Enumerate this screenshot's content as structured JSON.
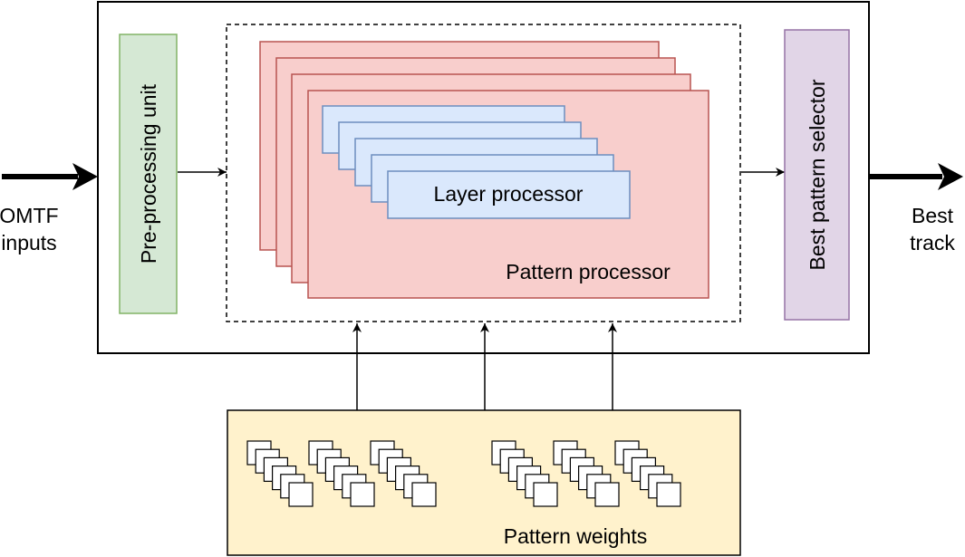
{
  "labels": {
    "input_line1": "OMTF",
    "input_line2": "inputs",
    "output_line1": "Best",
    "output_line2": "track",
    "preprocessing": "Pre-processing unit",
    "layer_processor": "Layer processor",
    "pattern_processor": "Pattern processor",
    "best_pattern_selector": "Best pattern selector",
    "pattern_weights": "Pattern weights"
  },
  "colors": {
    "preprocessing_fill": "#d5e8d4",
    "preprocessing_stroke": "#82b366",
    "pattern_fill": "#f8cecc",
    "pattern_stroke": "#b85450",
    "layer_fill": "#dae8fc",
    "layer_stroke": "#6c8ebf",
    "selector_fill": "#e1d5e7",
    "selector_stroke": "#9673a6",
    "weights_fill": "#fff2cc",
    "weights_stroke": "#000000"
  }
}
